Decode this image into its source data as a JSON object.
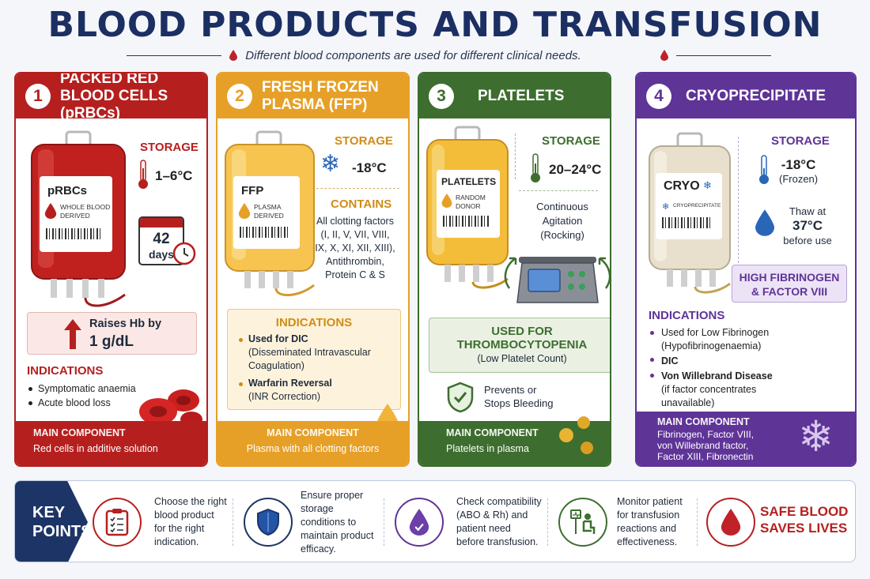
{
  "header": {
    "title": "BLOOD PRODUCTS AND TRANSFUSION",
    "subtitle": "Different blood components are used for different clinical needs."
  },
  "colors": {
    "red": "#b5201f",
    "orange": "#e6a027",
    "green": "#3d6e2f",
    "purple": "#5f3497",
    "navy": "#1d3466"
  },
  "cards": [
    {
      "number": "1",
      "title_line1": "PACKED RED",
      "title_line2": "BLOOD CELLS (pRBCs)",
      "bag_label": "pRBCs",
      "bag_sub_line1": "WHOLE BLOOD",
      "bag_sub_line2": "DERIVED",
      "storage_label": "STORAGE",
      "storage_temp": "1–6°C",
      "shelf_number": "42",
      "shelf_unit": "days",
      "effect_line1": "Raises Hb by",
      "effect_line2": "1 g/dL",
      "indications_label": "INDICATIONS",
      "indications": [
        "Symptomatic anaemia",
        "Acute blood loss"
      ],
      "main_component_label": "MAIN COMPONENT",
      "main_component": "Red cells in additive solution"
    },
    {
      "number": "2",
      "title_line1": "FRESH FROZEN",
      "title_line2": "PLASMA (FFP)",
      "bag_label": "FFP",
      "bag_sub_line1": "PLASMA",
      "bag_sub_line2": "DERIVED",
      "storage_label": "STORAGE",
      "storage_temp": "-18°C",
      "contains_label": "CONTAINS",
      "contains_lines": [
        "All clotting factors",
        "(I, II, V, VII, VIII,",
        "IX, X, XI, XII, XIII),",
        "Antithrombin,",
        "Protein C & S"
      ],
      "indications_label": "INDICATIONS",
      "ind1_title": "Used for DIC",
      "ind1_line1": "(Disseminated Intravascular",
      "ind1_line2": "Coagulation)",
      "ind2_title": "Warfarin Reversal",
      "ind2_line1": "(INR Correction)",
      "main_component_label": "MAIN COMPONENT",
      "main_component": "Plasma with all clotting factors"
    },
    {
      "number": "3",
      "title_line1": "PLATELETS",
      "bag_label": "PLATELETS",
      "bag_sub_line1": "RANDOM",
      "bag_sub_line2": "DONOR",
      "storage_label": "STORAGE",
      "storage_temp": "20–24°C",
      "agitation_line1": "Continuous",
      "agitation_line2": "Agitation",
      "agitation_line3": "(Rocking)",
      "used_for_line1": "USED FOR",
      "used_for_line2": "THROMBOCYTOPENIA",
      "used_for_sub": "(Low Platelet Count)",
      "benefit_line1": "Prevents or",
      "benefit_line2": "Stops Bleeding",
      "main_component_label": "MAIN COMPONENT",
      "main_component": "Platelets in plasma"
    },
    {
      "number": "4",
      "title_line1": "CRYOPRECIPITATE",
      "bag_label": "CRYO",
      "bag_sub_line1": "CRYOPRECIPITATE",
      "storage_label": "STORAGE",
      "storage_temp": "-18°C",
      "storage_note": "(Frozen)",
      "thaw_line1": "Thaw at",
      "thaw_temp": "37°C",
      "thaw_line3": "before use",
      "highlight_line1": "HIGH FIBRINOGEN",
      "highlight_line2": "& FACTOR VIII",
      "indications_label": "INDICATIONS",
      "ind1_title": "Used for Low Fibrinogen",
      "ind1_sub": "(Hypofibrinogenaemia)",
      "ind2_title": "DIC",
      "ind3_title": "Von Willebrand Disease",
      "ind3_sub1": "(if factor concentrates",
      "ind3_sub2": "unavailable)",
      "main_component_label": "MAIN COMPONENT",
      "main_component_line1": "Fibrinogen, Factor VIII,",
      "main_component_line2": "von Willebrand factor,",
      "main_component_line3": "Factor XIII, Fibronectin"
    }
  ],
  "key_points": {
    "label_line1": "KEY",
    "label_line2": "POINTS",
    "items": [
      {
        "icon": "clipboard-icon",
        "lines": [
          "Choose the right",
          "blood product",
          "for the right",
          "indication."
        ]
      },
      {
        "icon": "shield-icon",
        "lines": [
          "Ensure proper",
          "storage",
          "conditions to",
          "maintain product",
          "efficacy."
        ]
      },
      {
        "icon": "blood-drop-check-icon",
        "lines": [
          "Check compatibility",
          "(ABO & Rh) and",
          "patient need",
          "before transfusion."
        ]
      },
      {
        "icon": "patient-monitor-icon",
        "lines": [
          "Monitor patient",
          "for transfusion",
          "reactions and",
          "effectiveness."
        ]
      }
    ],
    "safe_line1": "SAFE BLOOD",
    "safe_line2": "SAVES LIVES"
  }
}
